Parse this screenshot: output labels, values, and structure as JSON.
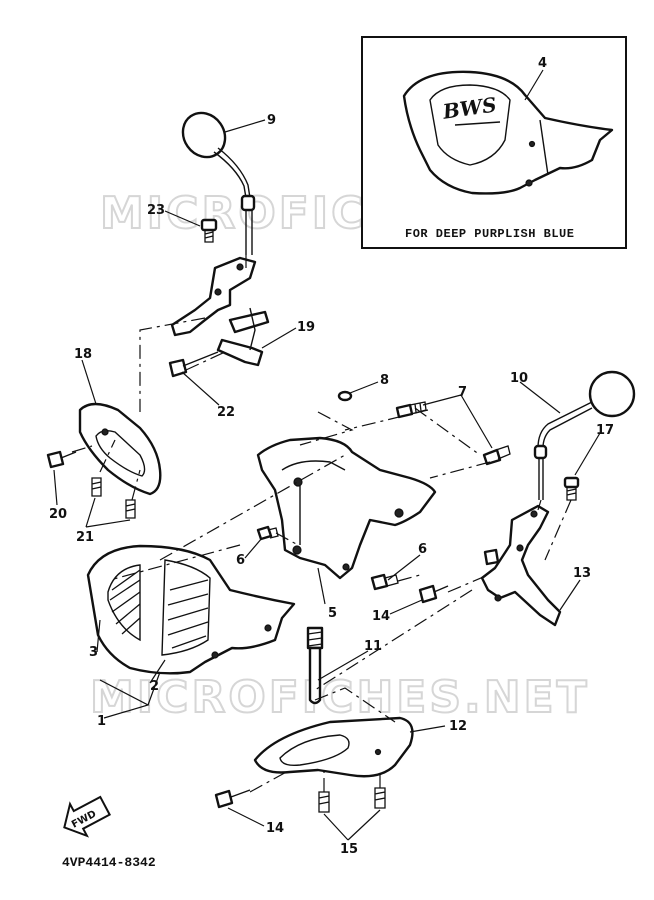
{
  "watermark": "MICROFICHES.NET",
  "inset": {
    "caption": "FOR DEEP PURPLISH BLUE",
    "logo_text": "BWS"
  },
  "fwd_label": "FWD",
  "diagram_code": "4VP4414-8342",
  "callouts": {
    "c1": "1",
    "c2": "2",
    "c3": "3",
    "c4": "4",
    "c5": "5",
    "c6a": "6",
    "c6b": "6",
    "c7": "7",
    "c8": "8",
    "c9": "9",
    "c10": "10",
    "c11": "11",
    "c12": "12",
    "c13": "13",
    "c14a": "14",
    "c14b": "14",
    "c15": "15",
    "c17": "17",
    "c18": "18",
    "c19": "19",
    "c20": "20",
    "c21": "21",
    "c22": "22",
    "c23": "23"
  }
}
